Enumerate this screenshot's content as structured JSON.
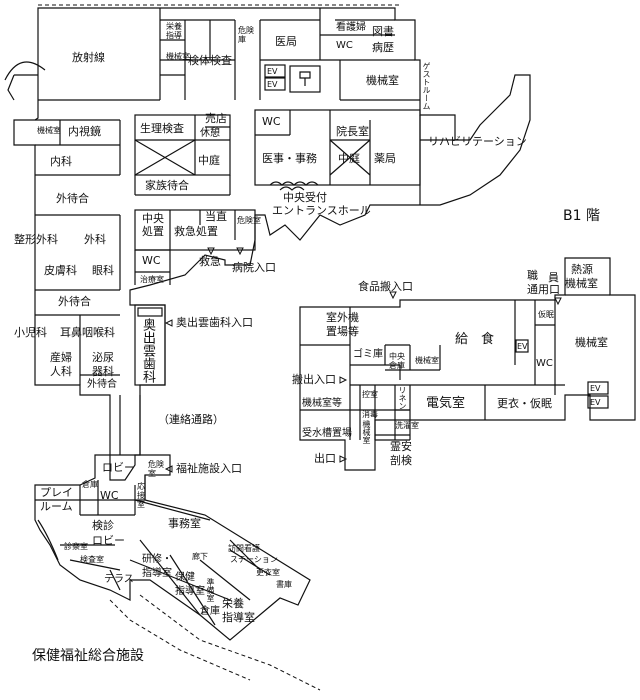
{
  "floor_label": "B1 階",
  "facility_caption": "保健福祉総合施設",
  "rooms": {
    "radiology": "放射線",
    "nutrition_guidance": "栄養指導",
    "machine_small_1": "機械室",
    "specimen_test": "検体検査",
    "danger_storage_1": "危険庫",
    "pharmacy_admin": "医局",
    "nurse": "看護婦",
    "library": "図書",
    "records": "病歴",
    "wc_top": "WC",
    "machine_room_top": "機械室",
    "guest_room": "ゲストルーム",
    "machine_small_2": "機械室",
    "endoscopy": "内視鏡",
    "internal_medicine": "内科",
    "physio_test": "生理検査",
    "shop": "売店",
    "rest": "休憩",
    "courtyard_1": "中庭",
    "family_waiting": "家族待合",
    "wc_mid": "WC",
    "director": "院長室",
    "medical_affairs": "医事・事務",
    "courtyard_2": "中庭",
    "pharmacy": "薬局",
    "rehab": "リハビリテーション",
    "central_reception": "中央受付",
    "entrance_hall": "エントランスホール",
    "outer_waiting_1": "外待合",
    "central_processing_1": "中央",
    "central_processing_2": "処置",
    "on_duty": "当直",
    "emergency_treatment": "救急処置",
    "danger_storage_2": "危険室",
    "wc_emerg": "WC",
    "treatment_prep": "治療室",
    "orthopedics": "整形外科",
    "surgery": "外科",
    "dermatology": "皮膚科",
    "ophthalmology": "眼科",
    "outer_waiting_2": "外待合",
    "pediatrics": "小児科",
    "ent_clinic": "耳鼻咽喉科",
    "obgyn_1": "産婦",
    "obgyn_2": "人科",
    "urology_1": "泌尿",
    "urology_2": "器科",
    "outer_waiting_3": "外待合",
    "okuizumo_dental": "奥出雲歯科",
    "dental_mark": "歯",
    "connecting_passage": "（連絡通路）",
    "lobby": "ロビー",
    "danger_storage_3": "危険室",
    "reception_room": "応接室",
    "play_room_1": "プレイ",
    "play_room_2": "ルーム",
    "storage_small": "倉庫",
    "wc_lower": "WC",
    "checkup_lobby_1": "検診",
    "checkup_lobby_2": "ロビー",
    "office": "事務室",
    "exam_room": "診察室",
    "lab_room": "検査室",
    "terrace": "テラス",
    "training_1": "研修・",
    "training_2": "指導室",
    "health_1": "保健",
    "health_2": "指導室",
    "corridor": "廊下",
    "visiting_nurse_1": "訪問看護",
    "visiting_nurse_2": "ステーション",
    "prep_room": "準備室",
    "dressing_room": "更衣室",
    "documents": "書庫",
    "storage_lower": "倉庫",
    "nutrition_1": "栄養",
    "nutrition_2": "指導室",
    "outdoor_machine_1": "室外機",
    "outdoor_machine_2": "置場等",
    "garbage": "ゴミ庫",
    "central_storage_1": "中央",
    "central_storage_2": "倉庫",
    "machine_small_3": "機械室",
    "food_service": "給　食",
    "ev_food": "EV",
    "wc_b1": "WC",
    "temp_sleep_1": "仮眠",
    "heat_source_1": "熱源",
    "heat_source_2": "機械室",
    "machine_room_b1": "機械室",
    "machine_room_etc": "機械室等",
    "control": "控室",
    "linen": "リネン",
    "laundry": "洗濯室",
    "electrical": "電気室",
    "changing_sleep": "更衣・仮眠",
    "water_tank": "受水槽置場",
    "disinfection": "消毒",
    "machine_vert": "機械室",
    "mortuary_1": "霊安",
    "mortuary_2": "剖検",
    "ev_1": "EV",
    "ev_2": "EV",
    "ev_3": "EV",
    "ev_4": "EV"
  },
  "entrances": {
    "emergency": "救急",
    "hospital": "病院入口",
    "okuizumo_dental": "奥出雲歯科入口",
    "welfare_facility": "福祉施設入口",
    "food_delivery": "食品搬入口",
    "staff": "職員\n通用口",
    "staff_1": "職",
    "staff_2": "員",
    "staff_3": "通用口",
    "carry_in": "搬出入口",
    "exit": "出口"
  },
  "colors": {
    "line": "#111111",
    "background": "#ffffff"
  }
}
